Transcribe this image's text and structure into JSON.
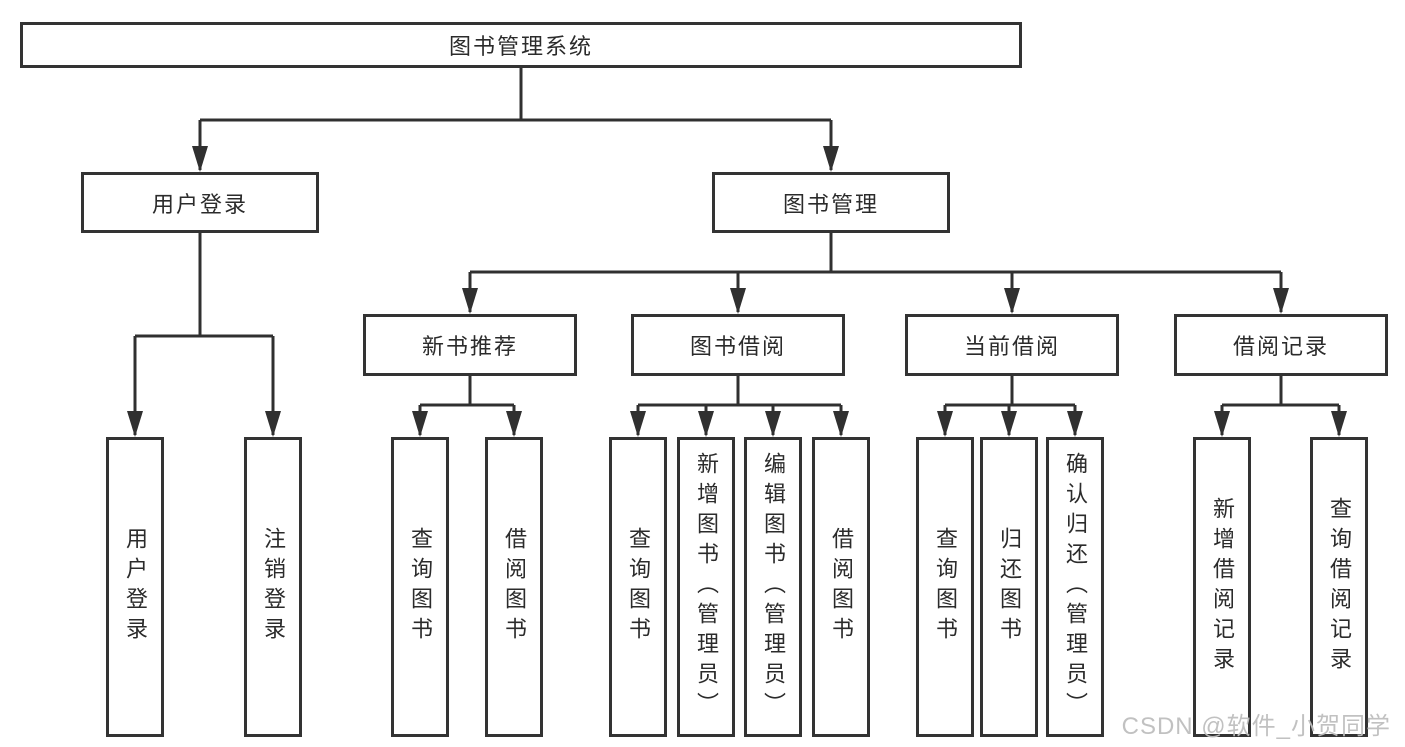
{
  "tree": {
    "root": {
      "label": "图书管理系统"
    },
    "user_login": {
      "label": "用户登录",
      "children": [
        "用户登录",
        "注销登录"
      ]
    },
    "book_management": {
      "label": "图书管理",
      "sections": [
        {
          "label": "新书推荐",
          "children": [
            "查询图书",
            "借阅图书"
          ]
        },
        {
          "label": "图书借阅",
          "children": [
            "查询图书",
            "新增图书（管理员）",
            "编辑图书（管理员）",
            "借阅图书"
          ]
        },
        {
          "label": "当前借阅",
          "children": [
            "查询图书",
            "归还图书",
            "确认归还（管理员）"
          ]
        },
        {
          "label": "借阅记录",
          "children": [
            "新增借阅记录",
            "查询借阅记录"
          ]
        }
      ]
    }
  },
  "watermark": "CSDN @软件_小贺同学",
  "colors": {
    "line": "#303030",
    "box_border": "#333333",
    "text": "#2b2b2b",
    "background": "#ffffff",
    "watermark": "#bebebe"
  }
}
